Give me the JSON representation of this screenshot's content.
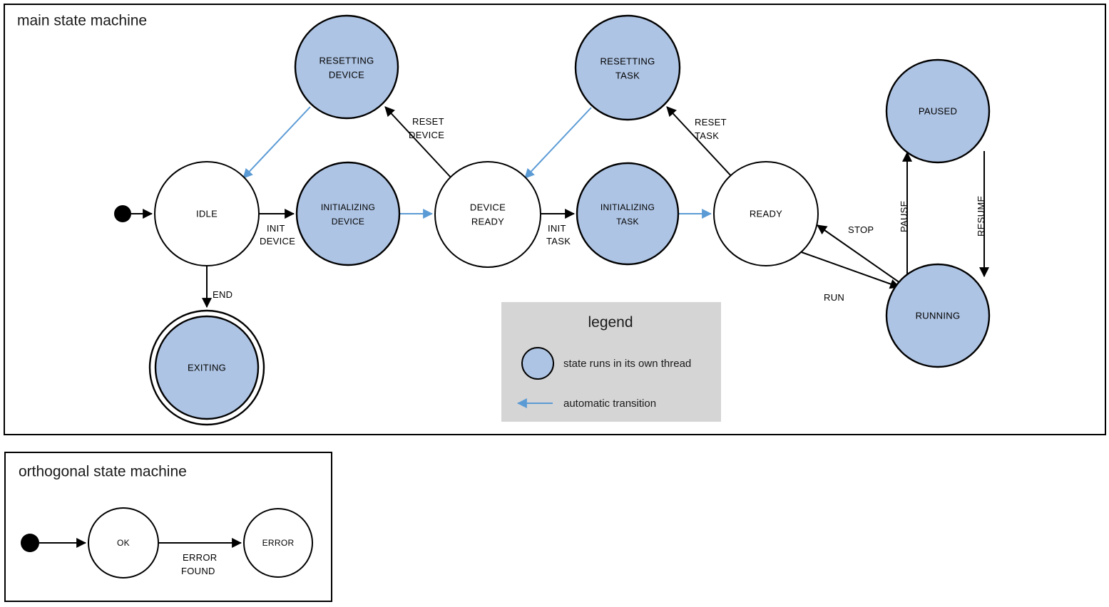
{
  "diagram": {
    "type": "uml-state-machine",
    "frames": [
      {
        "id": "main",
        "title": "main state machine"
      },
      {
        "id": "orthogonal",
        "title": "orthogonal state machine"
      }
    ]
  },
  "main": {
    "title": "main state machine",
    "states": [
      {
        "id": "idle",
        "label": "IDLE",
        "label2": "",
        "thread": false,
        "final": false
      },
      {
        "id": "resetdev",
        "label": "RESETTING",
        "label2": "DEVICE",
        "thread": true,
        "final": false
      },
      {
        "id": "initdev",
        "label": "INITIALIZING",
        "label2": "DEVICE",
        "thread": true,
        "final": false
      },
      {
        "id": "devready",
        "label": "DEVICE",
        "label2": "READY",
        "thread": false,
        "final": false
      },
      {
        "id": "resettask",
        "label": "RESETTING",
        "label2": "TASK",
        "thread": true,
        "final": false
      },
      {
        "id": "inittask",
        "label": "INITIALIZING",
        "label2": "TASK",
        "thread": true,
        "final": false
      },
      {
        "id": "ready",
        "label": "READY",
        "label2": "",
        "thread": false,
        "final": false
      },
      {
        "id": "paused",
        "label": "PAUSED",
        "label2": "",
        "thread": true,
        "final": false
      },
      {
        "id": "running",
        "label": "RUNNING",
        "label2": "",
        "thread": true,
        "final": false
      },
      {
        "id": "exiting",
        "label": "EXITING",
        "label2": "",
        "thread": true,
        "final": true
      }
    ],
    "transitions": [
      {
        "from": "start",
        "to": "idle",
        "label": "",
        "label2": "",
        "automatic": false
      },
      {
        "from": "idle",
        "to": "initdev",
        "label": "INIT",
        "label2": "DEVICE",
        "automatic": false
      },
      {
        "from": "idle",
        "to": "exiting",
        "label": "END",
        "label2": "",
        "automatic": false
      },
      {
        "from": "resetdev",
        "to": "idle",
        "label": "",
        "label2": "",
        "automatic": true
      },
      {
        "from": "initdev",
        "to": "devready",
        "label": "",
        "label2": "",
        "automatic": true
      },
      {
        "from": "devready",
        "to": "resetdev",
        "label": "RESET",
        "label2": "DEVICE",
        "automatic": false
      },
      {
        "from": "devready",
        "to": "inittask",
        "label": "INIT",
        "label2": "TASK",
        "automatic": false
      },
      {
        "from": "resettask",
        "to": "devready",
        "label": "",
        "label2": "",
        "automatic": true
      },
      {
        "from": "inittask",
        "to": "ready",
        "label": "",
        "label2": "",
        "automatic": true
      },
      {
        "from": "ready",
        "to": "resettask",
        "label": "RESET",
        "label2": "TASK",
        "automatic": false
      },
      {
        "from": "ready",
        "to": "running",
        "label": "RUN",
        "label2": "",
        "automatic": false
      },
      {
        "from": "running",
        "to": "ready",
        "label": "STOP",
        "label2": "",
        "automatic": false
      },
      {
        "from": "running",
        "to": "paused",
        "label": "PAUSE",
        "label2": "",
        "automatic": false
      },
      {
        "from": "paused",
        "to": "running",
        "label": "RESUME",
        "label2": "",
        "automatic": false
      }
    ],
    "labels": {
      "init_device_1": "INIT",
      "init_device_2": "DEVICE",
      "end": "END",
      "reset_device_1": "RESET",
      "reset_device_2": "DEVICE",
      "init_task_1": "INIT",
      "init_task_2": "TASK",
      "reset_task_1": "RESET",
      "reset_task_2": "TASK",
      "run": "RUN",
      "stop": "STOP",
      "pause": "PAUSE",
      "resume": "RESUME"
    },
    "state_labels": {
      "idle": "IDLE",
      "resetting_device_1": "RESETTING",
      "resetting_device_2": "DEVICE",
      "initializing_device_1": "INITIALIZING",
      "initializing_device_2": "DEVICE",
      "device_ready_1": "DEVICE",
      "device_ready_2": "READY",
      "resetting_task_1": "RESETTING",
      "resetting_task_2": "TASK",
      "initializing_task_1": "INITIALIZING",
      "initializing_task_2": "TASK",
      "ready": "READY",
      "paused": "PAUSED",
      "running": "RUNNING",
      "exiting": "EXITING"
    }
  },
  "legend": {
    "title": "legend",
    "items": [
      {
        "kind": "swatch-circle",
        "text": "state runs in its own thread"
      },
      {
        "kind": "arrow-left",
        "text": "automatic transition"
      }
    ],
    "thread_text": "state runs in its own thread",
    "auto_text": "automatic transition"
  },
  "orthogonal": {
    "title": "orthogonal state machine",
    "states": [
      {
        "id": "ok",
        "label": "OK"
      },
      {
        "id": "error",
        "label": "ERROR"
      }
    ],
    "state_labels": {
      "ok": "OK",
      "error": "ERROR"
    },
    "transitions": [
      {
        "from": "start",
        "to": "ok",
        "label": "",
        "label2": ""
      },
      {
        "from": "ok",
        "to": "error",
        "label": "ERROR",
        "label2": "FOUND"
      }
    ],
    "labels": {
      "error_found_1": "ERROR",
      "error_found_2": "FOUND"
    }
  },
  "colors": {
    "thread_fill": "#aec4e4",
    "plain_fill": "#ffffff",
    "stroke": "#000000",
    "auto_arrow": "#5b9bd5",
    "legend_bg": "#d5d5d5",
    "page_bg": "#ffffff"
  }
}
